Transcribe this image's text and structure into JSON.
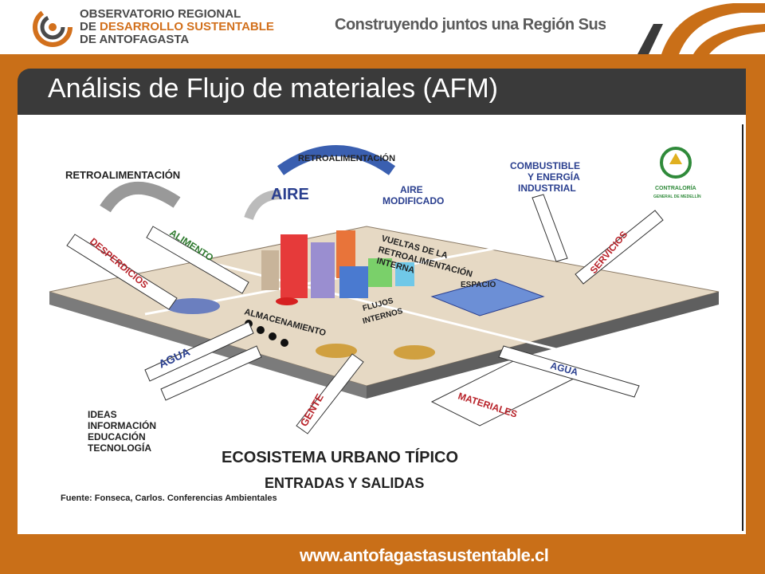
{
  "header": {
    "org_line1": "OBSERVATORIO REGIONAL",
    "org_line2_prefix": "DE ",
    "org_line2_accent": "DESARROLLO SUSTENTABLE",
    "org_line3": "DE ANTOFAGASTA",
    "slogan": "Construyendo juntos una Región Sustentable"
  },
  "title": "Análisis de Flujo de materiales (AFM)",
  "diagram": {
    "retro_left": "RETROALIMENTACIÓN",
    "retro_top": "RETROALIMENTACIÓN",
    "aire": "AIRE",
    "aire_mod_1": "AIRE",
    "aire_mod_2": "MODIFICADO",
    "combustible_1": "COMBUSTIBLE",
    "combustible_2": "Y ENERGÍA",
    "combustible_3": "INDUSTRIAL",
    "contraloria_1": "CONTRALORÍA",
    "contraloria_2": "GENERAL DE MEDELLÍN",
    "desperdicios": "DESPERDICIOS",
    "alimento": "ALIMENTO",
    "vueltas_1": "VUELTAS DE LA",
    "vueltas_2": "RETROALIMENTACIÓN",
    "vueltas_3": "INTERNA",
    "espacio": "ESPACIO",
    "servicios": "SERVICIOS",
    "flujos_1": "FLUJOS",
    "flujos_2": "INTERNOS",
    "almacenamiento": "ALMACENAMIENTO",
    "agua_left": "AGUA",
    "agua_right": "AGUA",
    "gente": "GENTE",
    "materiales": "MATERIALES",
    "ideas_1": "IDEAS",
    "ideas_2": "INFORMACIÓN",
    "ideas_3": "EDUCACIÓN",
    "ideas_4": "TECNOLOGÍA",
    "eco_1": "ECOSISTEMA URBANO TÍPICO",
    "eco_2": "ENTRADAS Y SALIDAS",
    "fuente": "Fuente: Fonseca, Carlos.  Conferencias Ambientales"
  },
  "footer": {
    "url": "www.antofagastasustentable.cl"
  },
  "colors": {
    "brand_orange": "#c96f18",
    "title_bar": "#3a3a3a",
    "arrow_green": "#2f7a2f",
    "arrow_red": "#b8232a",
    "arrow_blue": "#2a3f8f"
  }
}
